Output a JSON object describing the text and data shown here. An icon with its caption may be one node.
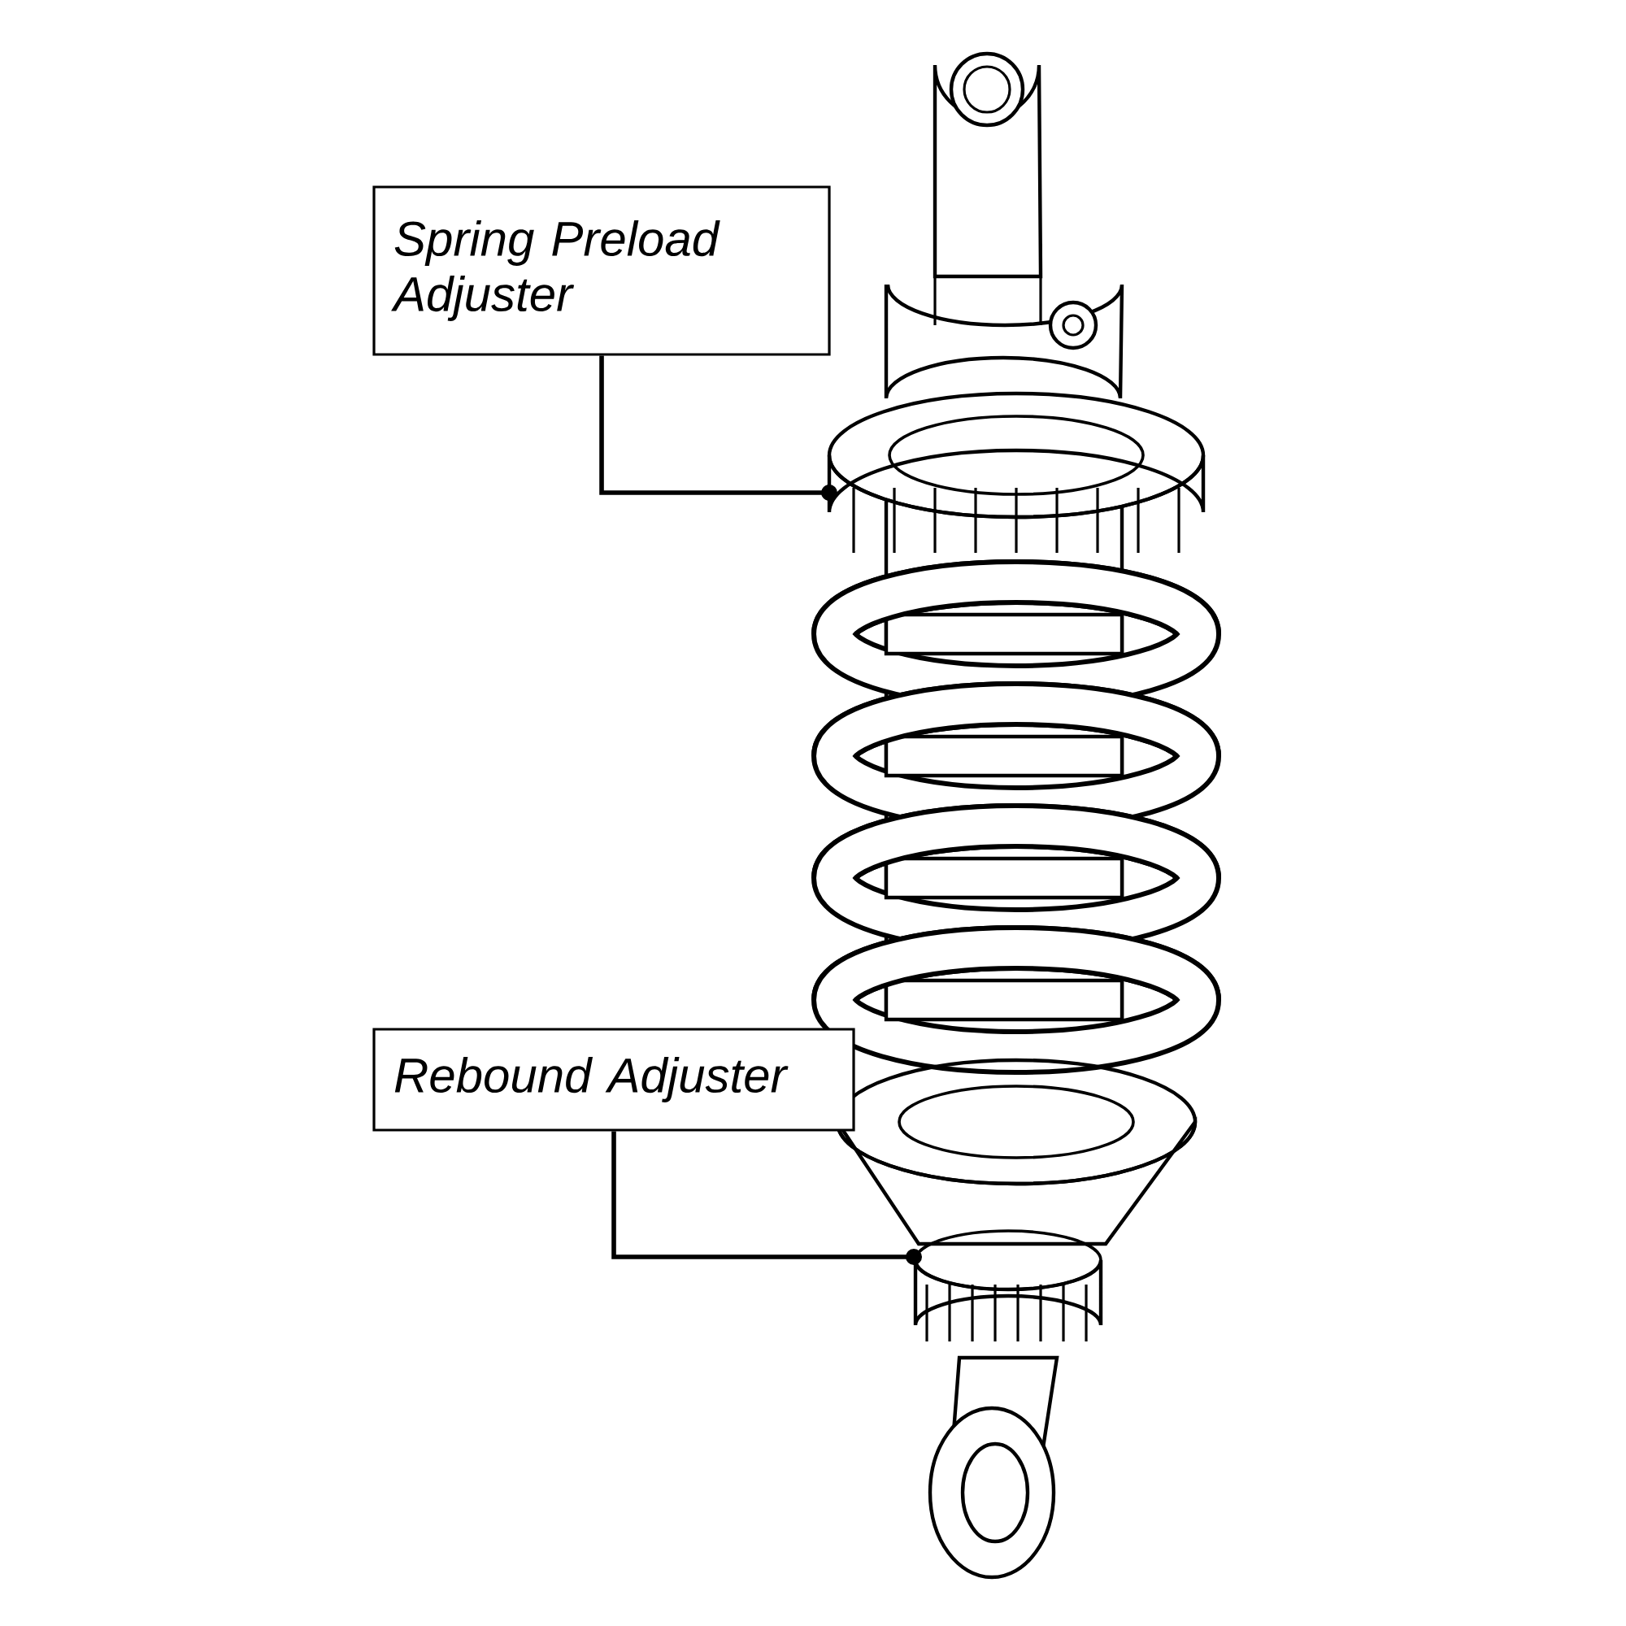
{
  "diagram": {
    "nodes": [
      {
        "text": [
          "Spring Preload Adjuster"
        ]
      },
      {
        "text": [
          "Rebound Adjuster"
        ]
      }
    ],
    "edges": [
      {
        "from": 0,
        "to": null,
        "arrow": "other"
      },
      {
        "from": 1,
        "to": null,
        "arrow": "other"
      }
    ]
  }
}
